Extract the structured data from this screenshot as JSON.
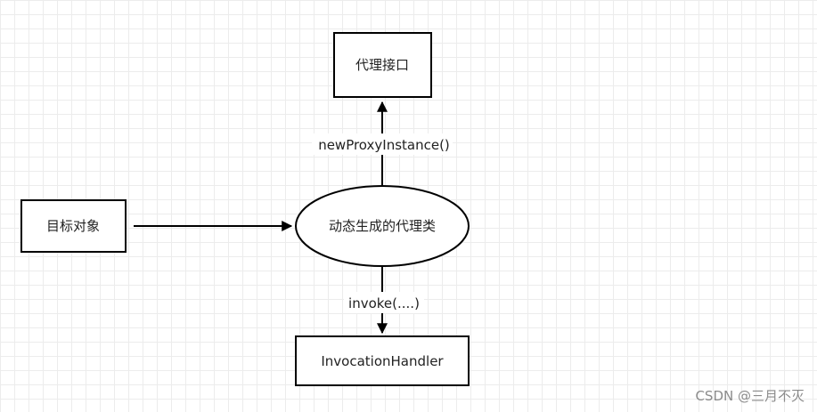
{
  "nodes": {
    "target": "目标对象",
    "proxy_class": "动态生成的代理类",
    "interface": "代理接口",
    "handler": "InvocationHandler"
  },
  "edges": {
    "to_interface": "newProxyInstance()",
    "to_handler": "invoke(....)"
  },
  "watermark": "CSDN @三月不灭"
}
